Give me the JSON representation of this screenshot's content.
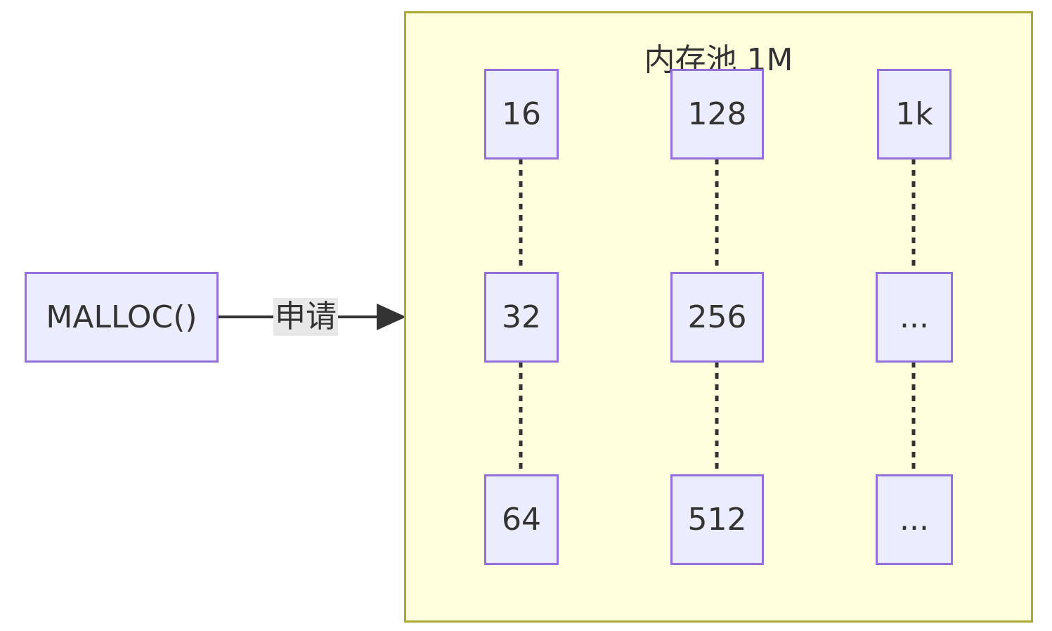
{
  "diagram": {
    "source_node": {
      "label": "MALLOC()"
    },
    "edge": {
      "label": "申请"
    },
    "cluster": {
      "title": "内存池 1M",
      "columns": [
        [
          "16",
          "32",
          "64"
        ],
        [
          "128",
          "256",
          "512"
        ],
        [
          "1k",
          "...",
          "..."
        ]
      ]
    },
    "colors": {
      "node_fill": "#ECECFF",
      "node_border": "#9370DB",
      "cluster_fill": "#FFFFDE",
      "cluster_border": "#AAAA33",
      "edge": "#333333",
      "edge_label_bg": "#E8E8E8"
    }
  }
}
